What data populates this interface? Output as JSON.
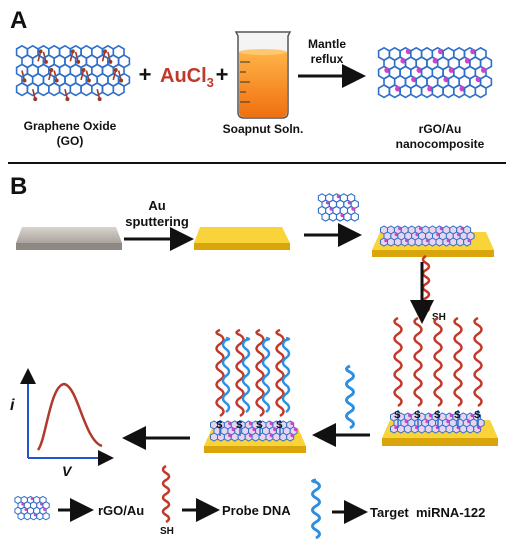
{
  "panel_a": {
    "letter": "A",
    "go_label_line1": "Graphene Oxide",
    "go_label_line2": "(GO)",
    "plus": "+",
    "aucl3_main": "AuCl",
    "aucl3_sub": "3",
    "soapnut_label": "Soapnut Soln.",
    "arrow_label_line1": "Mantle",
    "arrow_label_line2": "reflux",
    "product_line1": "rGO/Au",
    "product_line2": "nanocomposite"
  },
  "panel_b": {
    "letter": "B",
    "sputter_line1": "Au",
    "sputter_line2": "sputtering",
    "sh_label": "SH",
    "s_label": "S",
    "axis_y": "i",
    "axis_x": "V"
  },
  "legend": {
    "rgo_au": "rGO/Au",
    "sh": "SH",
    "probe": "Probe DNA",
    "target": "Target  miRNA-122"
  },
  "colors": {
    "graphene": "#2f6fc8",
    "gold_np": "#cc44cc",
    "oxygen": "#9a3b2a",
    "gold_plate": "#f4c21a",
    "probe_dna": "#c0392b",
    "target_dna": "#2f8fe0",
    "arrow": "#111111"
  }
}
